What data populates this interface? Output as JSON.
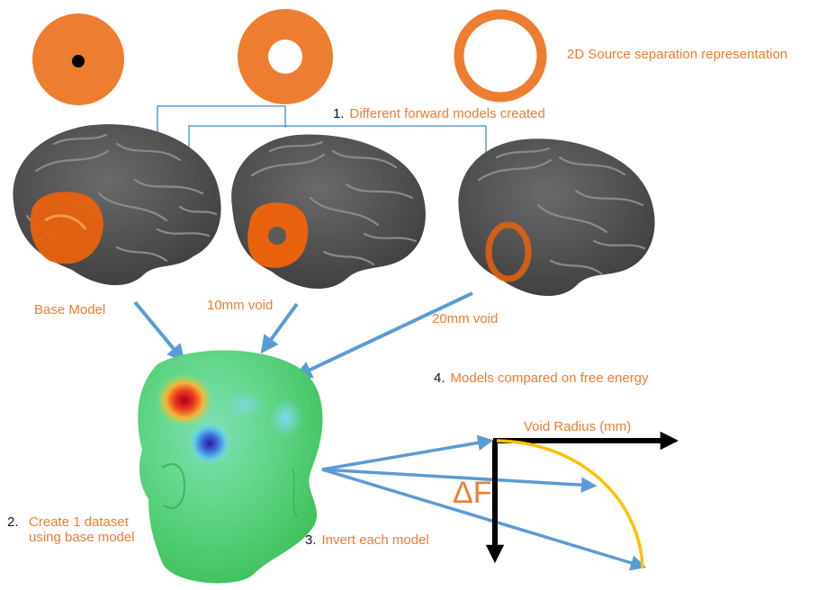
{
  "colors": {
    "accent": "#ED7D31",
    "arrow": "#5B9BD5",
    "axis": "#000000",
    "curve": "#FFC000",
    "text_dark": "#111111"
  },
  "labels": {
    "title_2d": "2D Source separation representation",
    "step1_num": "1.",
    "step1_text": "Different forward models created",
    "base_model": "Base Model",
    "void10": "10mm void",
    "void20": "20mm void",
    "step4_num": "4.",
    "step4_text": "Models compared on free energy",
    "void_radius": "Void Radius (mm)",
    "delta_f": "ΔF",
    "step2_num": "2.",
    "step2_text": "Create 1 dataset using base model",
    "step3_num": "3.",
    "step3_text": "Invert each model"
  }
}
